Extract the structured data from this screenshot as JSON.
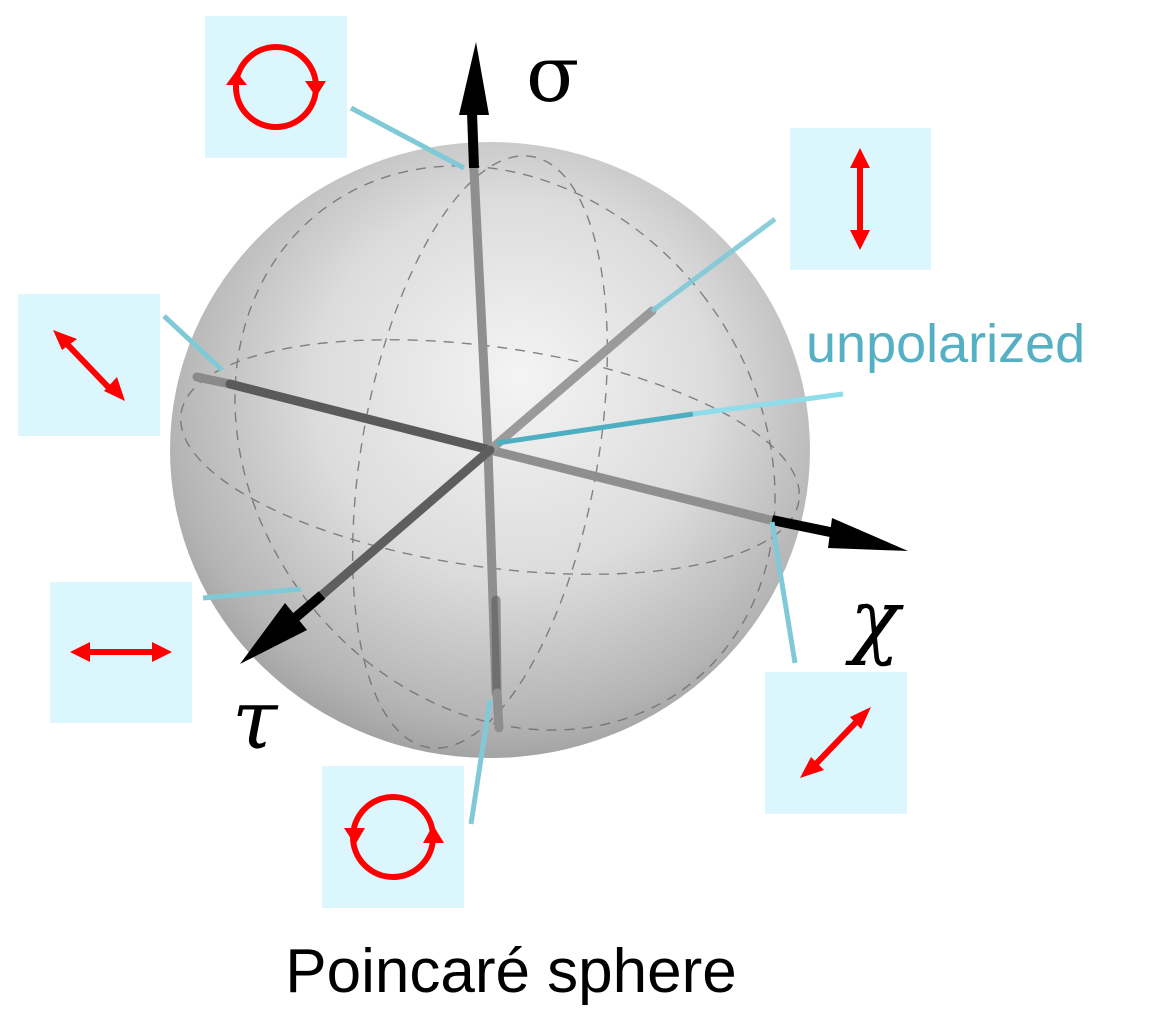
{
  "title": "Poincaré sphere",
  "axes": {
    "sigma": "σ",
    "chi": "χ",
    "tau": "τ"
  },
  "unpolarized_label": "unpolarized",
  "colors": {
    "box_fill": "#dbf7fd",
    "arrow_red": "#ff0000",
    "leader_line": "#80cad8",
    "unpolarized_text": "#55b0c4",
    "unpolarized_inner": "#4fafc2",
    "unpolarized_outer": "#8fdcea",
    "axis_gray": "#8f8f8f",
    "axis_dark": "#555555",
    "axis_black": "#000000"
  },
  "states": [
    {
      "name": "right-circular",
      "position": "top (north pole)"
    },
    {
      "name": "vertical-linear",
      "position": "upper-right (back)"
    },
    {
      "name": "diagonal-minus-45-linear",
      "position": "left"
    },
    {
      "name": "horizontal-linear",
      "position": "lower-left (tau axis)"
    },
    {
      "name": "left-circular",
      "position": "bottom (south pole)"
    },
    {
      "name": "diagonal-plus-45-linear",
      "position": "right (chi axis)"
    }
  ]
}
